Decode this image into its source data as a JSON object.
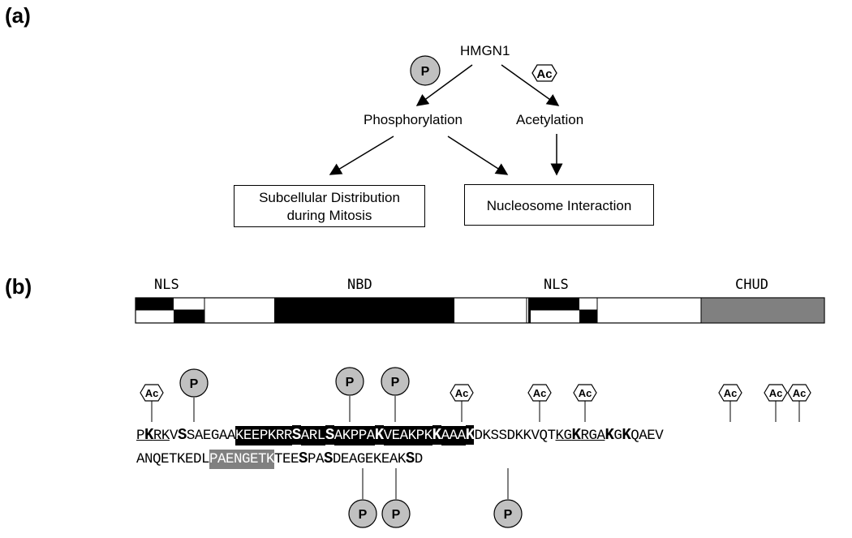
{
  "panel_a": {
    "label": "(a)",
    "root": "HMGN1",
    "phosphorylation": "Phosphorylation",
    "acetylation": "Acetylation",
    "box_left_line1": "Subcellular Distribution",
    "box_left_line2": "during Mitosis",
    "box_right": "Nucleosome Interaction",
    "badge_p": "P",
    "badge_ac": "Ac"
  },
  "panel_b": {
    "label": "(b)",
    "domains": {
      "nls1": "NLS",
      "nbd": "NBD",
      "nls2": "NLS",
      "chud": "CHUD"
    },
    "badge_p": "P",
    "badge_ac": "Ac",
    "sequence_line1": [
      {
        "t": "P",
        "s": "ul"
      },
      {
        "t": "K",
        "s": "ul mod-bold"
      },
      {
        "t": "RK",
        "s": "ul"
      },
      {
        "t": "V",
        "s": ""
      },
      {
        "t": "S",
        "s": "mod-bold"
      },
      {
        "t": "SAEGAA",
        "s": ""
      },
      {
        "t": "KEEPKRR",
        "s": "hl-black"
      },
      {
        "t": "S",
        "s": "hl-black mod-bold"
      },
      {
        "t": "ARL",
        "s": "hl-black"
      },
      {
        "t": "S",
        "s": "hl-black mod-bold"
      },
      {
        "t": "AKPPA",
        "s": "hl-black"
      },
      {
        "t": "K",
        "s": "hl-black mod-bold"
      },
      {
        "t": "VEAKPK",
        "s": "hl-black"
      },
      {
        "t": "K",
        "s": "hl-black mod-bold"
      },
      {
        "t": "AAA",
        "s": "hl-black"
      },
      {
        "t": "K",
        "s": "hl-black mod-bold"
      },
      {
        "t": "DKSSDKKVQT",
        "s": ""
      },
      {
        "t": "KG",
        "s": "ul"
      },
      {
        "t": "K",
        "s": "ul mod-bold"
      },
      {
        "t": "RGA",
        "s": "ul"
      },
      {
        "t": "K",
        "s": "mod-bold"
      },
      {
        "t": "G",
        "s": ""
      },
      {
        "t": "K",
        "s": "mod-bold"
      },
      {
        "t": "QAEV",
        "s": ""
      }
    ],
    "sequence_line2": [
      {
        "t": "ANQETKEDL",
        "s": ""
      },
      {
        "t": "PAENGETK",
        "s": "hl-gray"
      },
      {
        "t": "TEE",
        "s": ""
      },
      {
        "t": "S",
        "s": "mod-bold"
      },
      {
        "t": "PA",
        "s": ""
      },
      {
        "t": "S",
        "s": "mod-bold"
      },
      {
        "t": "DEAGEKEAK",
        "s": ""
      },
      {
        "t": "S",
        "s": "mod-bold"
      },
      {
        "t": "D",
        "s": ""
      }
    ]
  }
}
